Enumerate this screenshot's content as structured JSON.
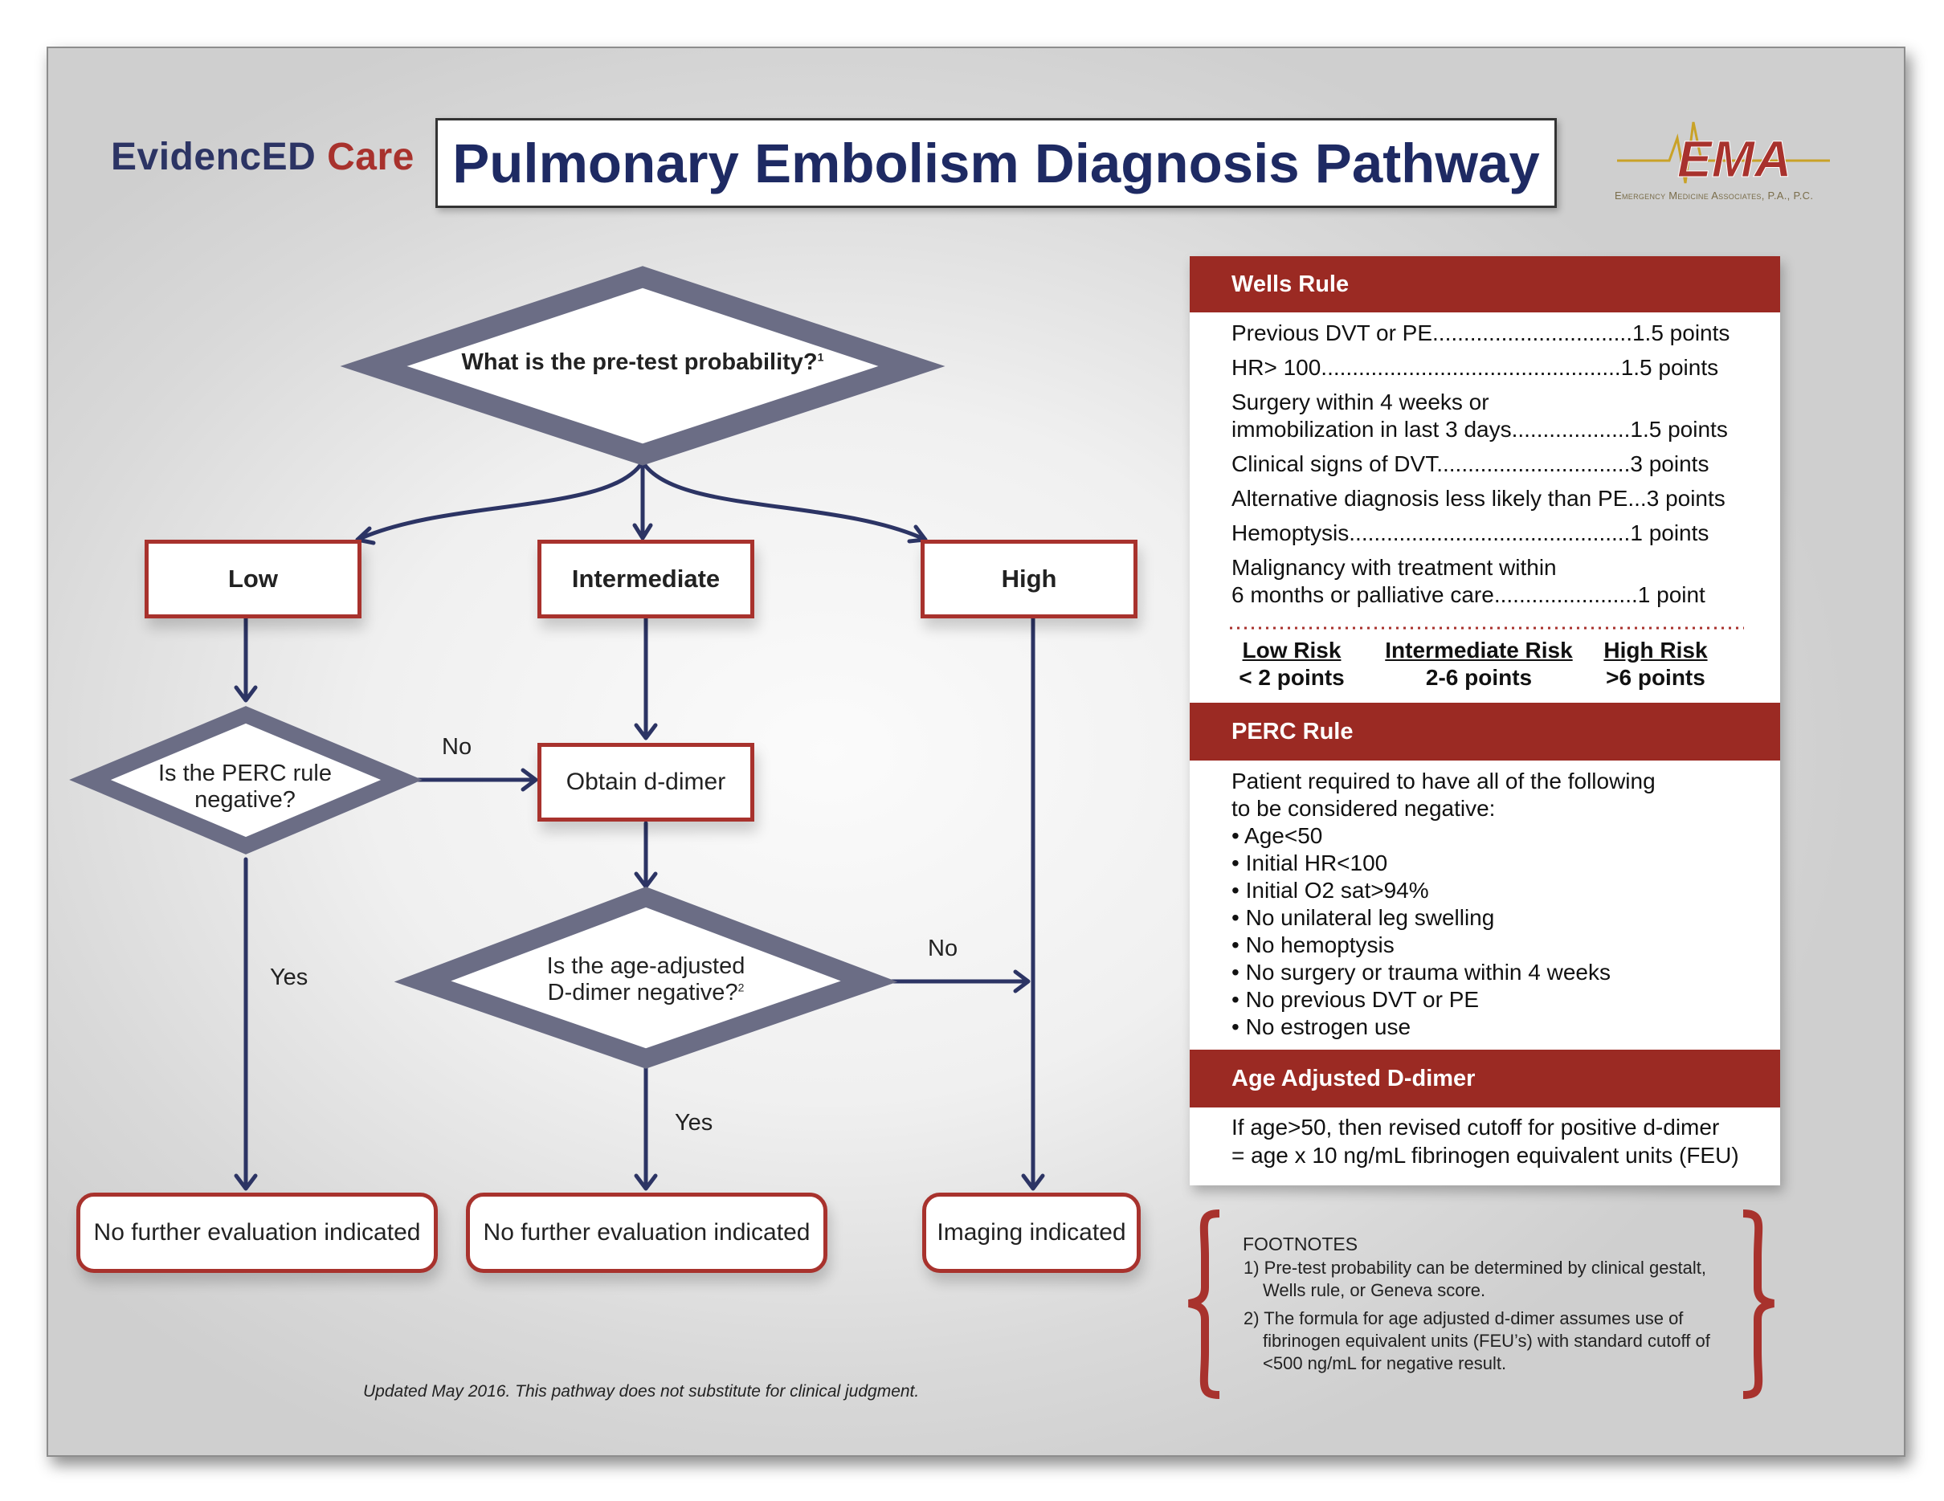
{
  "header": {
    "brand_part1": "EvidencED",
    "brand_part2": "Care",
    "title": "Pulmonary Embolism Diagnosis Pathway",
    "logo_text": "EMA",
    "logo_subtitle": "Emergency Medicine Associates, P.A., P.C."
  },
  "colors": {
    "navy": "#2c3464",
    "red": "#a8322d",
    "header_red": "#9b2a23",
    "diamond_gray": "#6b6d85"
  },
  "flow": {
    "pretest_question": "What is the pre-test probability?",
    "pretest_footnote": "1",
    "low": "Low",
    "intermediate": "Intermediate",
    "high": "High",
    "perc_question_line1": "Is the PERC rule",
    "perc_question_line2": "negative?",
    "obtain_ddimer": "Obtain d-dimer",
    "ddimer_question_line1": "Is the age-adjusted",
    "ddimer_question_line2": "D-dimer negative?",
    "ddimer_footnote": "2",
    "label_no_1": "No",
    "label_no_2": "No",
    "label_yes_1": "Yes",
    "label_yes_2": "Yes",
    "outcome_low": "No further evaluation indicated",
    "outcome_intermediate": "No further evaluation indicated",
    "outcome_high": "Imaging indicated"
  },
  "wells": {
    "header": "Wells Rule",
    "rows": [
      {
        "text": "Previous DVT or PE",
        "dots": "................................",
        "points": "1.5 points"
      },
      {
        "text": "HR> 100",
        "dots": "................................................",
        "points": "1.5 points"
      },
      {
        "text": "Surgery within 4 weeks or",
        "dots": "",
        "points": ""
      },
      {
        "text": "immobilization in last 3 days",
        "dots": "...................",
        "points": "1.5 points"
      },
      {
        "text": "Clinical signs of DVT",
        "dots": "...............................",
        "points": "3 points"
      },
      {
        "text": "Alternative diagnosis less likely than PE",
        "dots": "...",
        "points": "3 points"
      },
      {
        "text": "Hemoptysis",
        "dots": ".............................................",
        "points": "1 points"
      },
      {
        "text": "Malignancy with treatment within",
        "dots": "",
        "points": ""
      },
      {
        "text": "6 months or palliative care",
        "dots": ".......................",
        "points": "1 point"
      }
    ],
    "risks": [
      {
        "label": "Low Risk",
        "value": "< 2 points"
      },
      {
        "label": "Intermediate Risk",
        "value": "2-6 points"
      },
      {
        "label": "High Risk",
        "value": ">6 points"
      }
    ]
  },
  "perc": {
    "header": "PERC Rule",
    "intro_line1": "Patient required to have all of the following",
    "intro_line2": "to be considered negative:",
    "items": [
      "Age<50",
      "Initial HR<100",
      "Initial O2 sat>94%",
      "No unilateral leg swelling",
      "No hemoptysis",
      "No surgery or trauma within 4 weeks",
      "No previous DVT or PE",
      "No estrogen use"
    ]
  },
  "age_adjusted": {
    "header": "Age Adjusted D-dimer",
    "line1": "If age>50, then revised cutoff for positive d-dimer",
    "line2": "= age x 10 ng/mL fibrinogen equivalent units (FEU)"
  },
  "footnotes": {
    "title": "FOOTNOTES",
    "fn1_line1": "1) Pre-test probability can be determined by clinical gestalt,",
    "fn1_line2": "Wells rule, or Geneva score.",
    "fn2_line1": "2) The formula for age adjusted d-dimer assumes use of",
    "fn2_line2": "fibrinogen equivalent units (FEU’s) with standard cutoff of",
    "fn2_line3": "<500 ng/mL for negative result."
  },
  "disclaimer": "Updated May 2016. This pathway does not substitute for clinical judgment."
}
